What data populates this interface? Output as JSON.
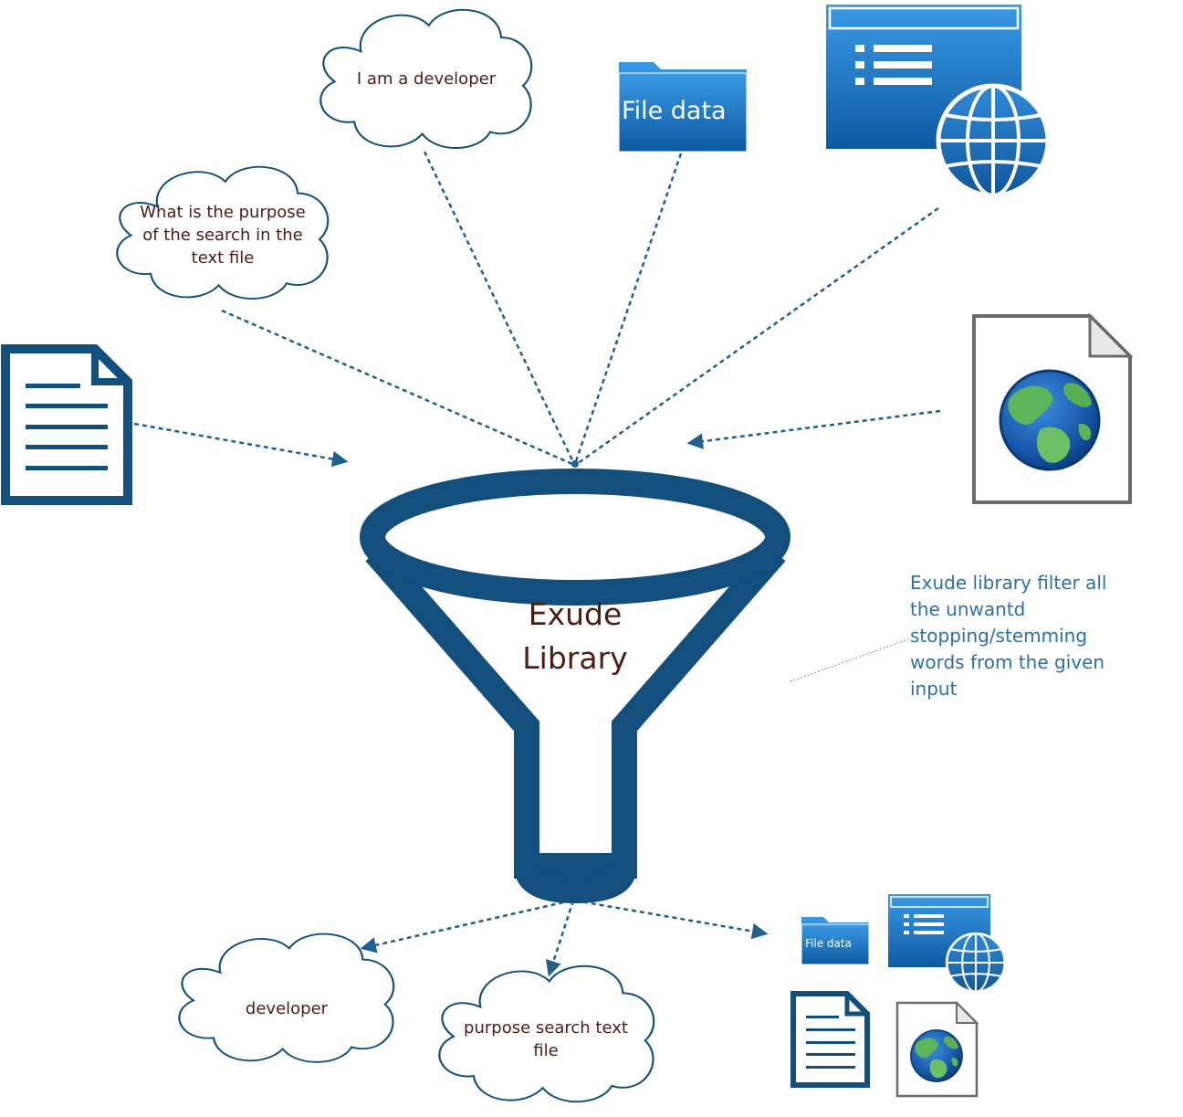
{
  "funnel": {
    "line1": "Exude",
    "line2": "Library"
  },
  "inputs": {
    "cloud_developer": {
      "text": "I am a developer"
    },
    "cloud_question": {
      "lines": [
        "What is the purpose",
        "of the search in the",
        "text file"
      ]
    },
    "folder": {
      "label": "File data"
    }
  },
  "note": {
    "lines": [
      "Exude library filter all",
      "the unwantd",
      "stopping/stemming",
      "words from the given",
      "input"
    ]
  },
  "outputs": {
    "cloud_developer": {
      "text": "developer"
    },
    "cloud_purpose": {
      "lines": [
        "purpose search text",
        "file"
      ]
    },
    "folder": {
      "label": "File data"
    }
  },
  "colors": {
    "funnel": "#124f7c",
    "arrow": "#1f5f92",
    "icon_gradient_top": "#3a9ae6",
    "icon_gradient_bottom": "#0d5aa0",
    "cloud_text": "#4a1e14",
    "note_text": "#2e6fa6"
  },
  "icons": [
    "document-icon",
    "web-page-globe-icon",
    "folder-icon",
    "globe-file-icon",
    "cloud-shape",
    "funnel-shape"
  ]
}
